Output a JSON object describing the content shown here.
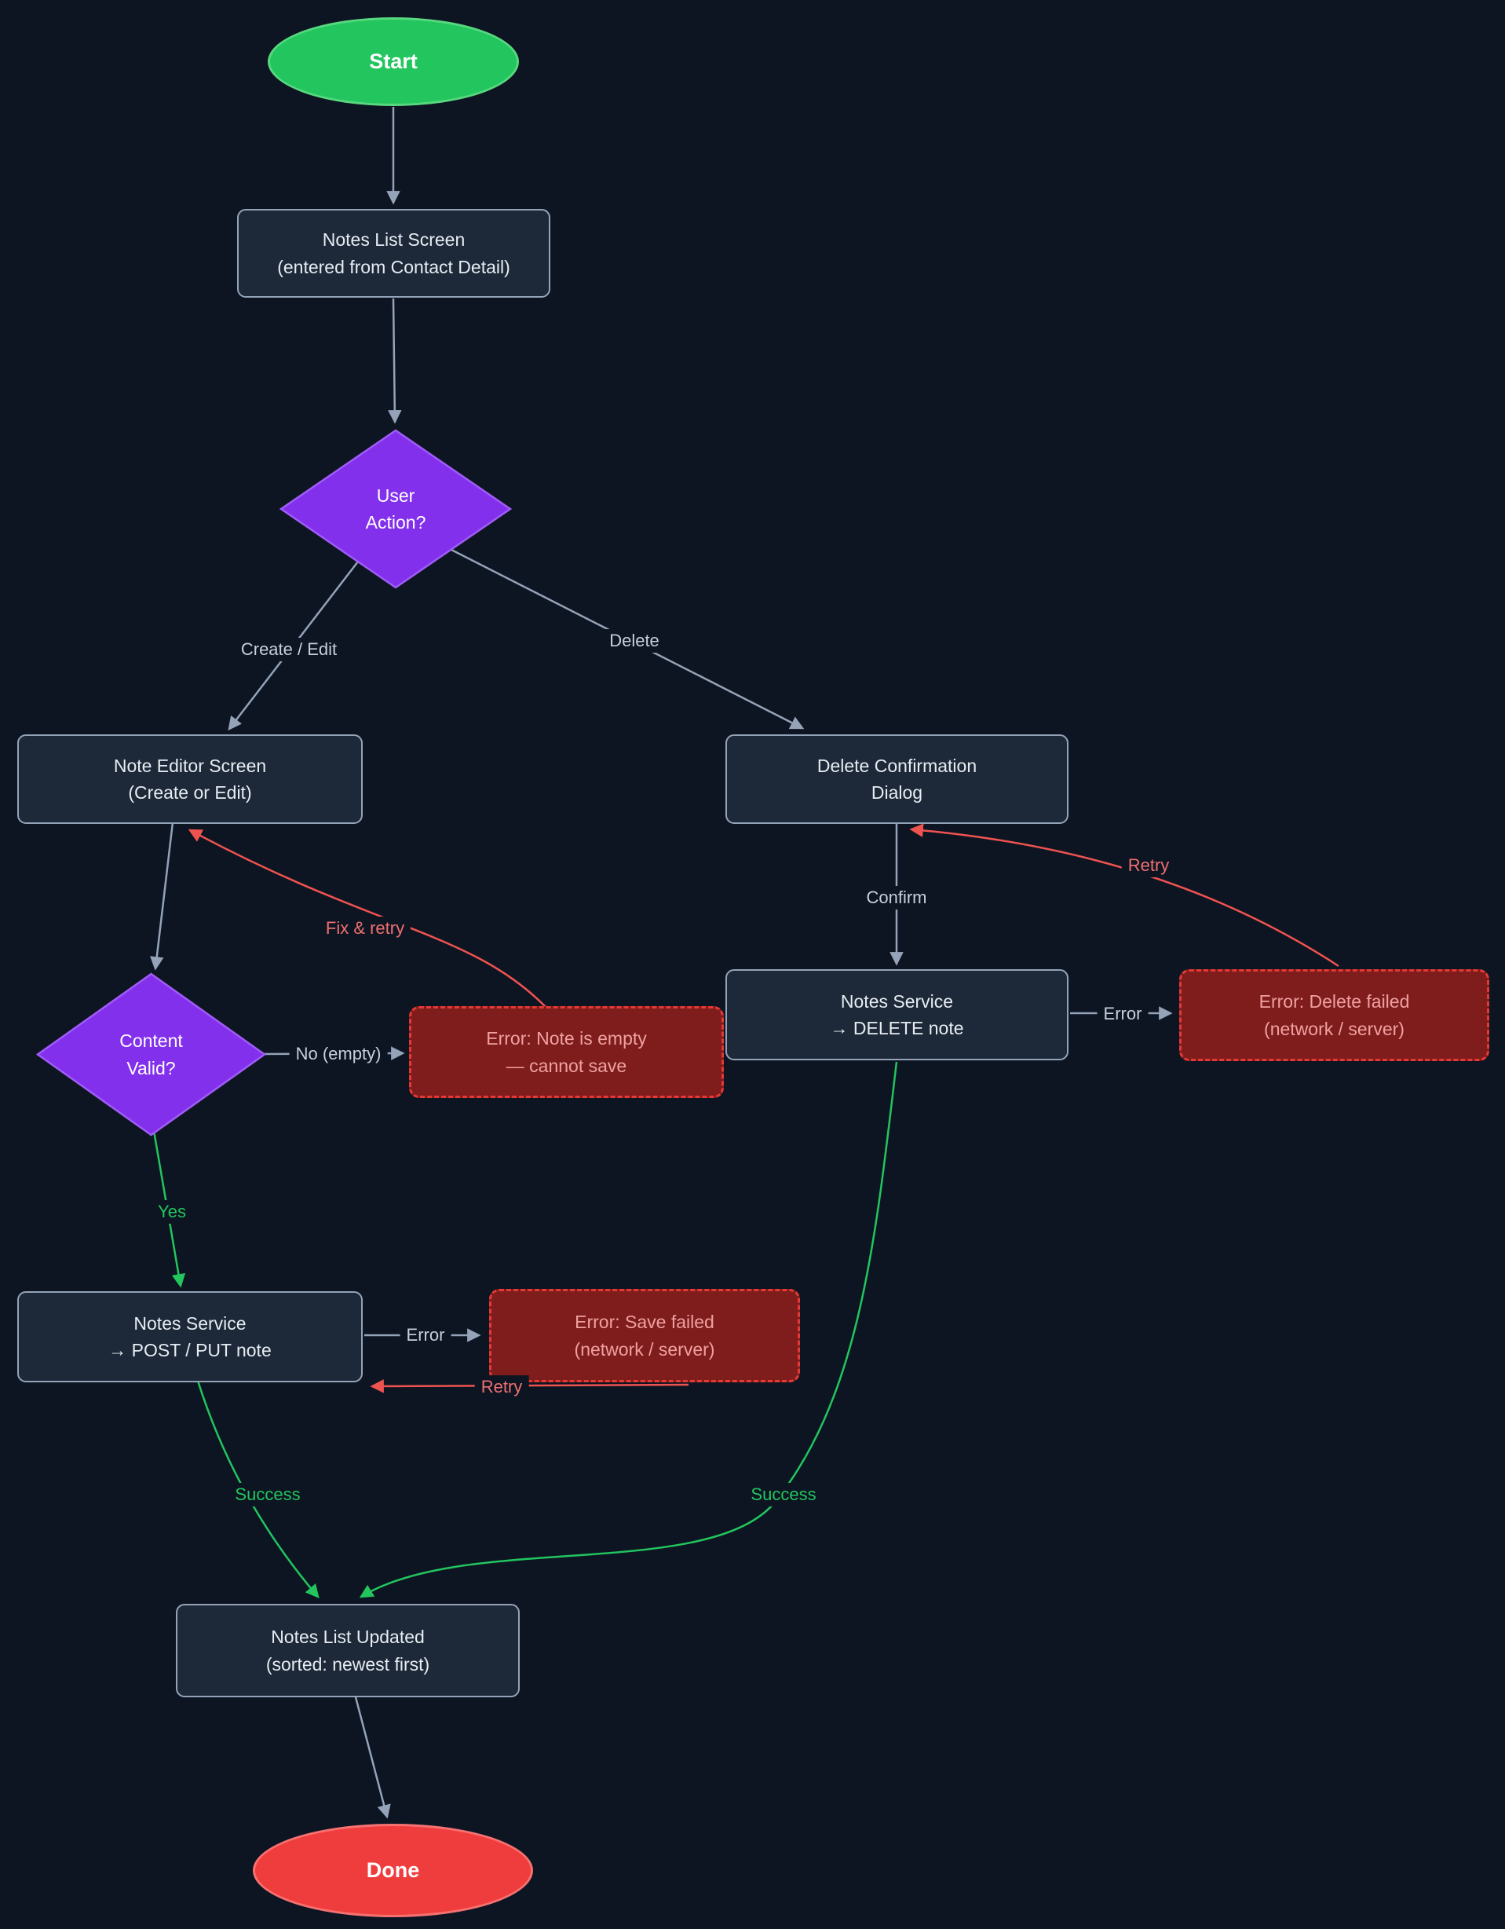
{
  "diagram": {
    "colors": {
      "background": "#0d1522",
      "node_fill": "#1d2939",
      "node_border": "#94a3b8",
      "decision_fill": "#8230ec",
      "decision_border": "#a05cf7",
      "start_fill": "#22c55e",
      "start_border": "#57d87f",
      "end_fill": "#ef3d3d",
      "end_border": "#f87171",
      "error_fill": "#7f1d1d",
      "error_border": "#e53935",
      "error_text": "#f0a0a0",
      "edge_gray": "#94a3b8",
      "edge_green": "#22c55e",
      "edge_red": "#ef5350"
    },
    "nodes": {
      "start": {
        "label": "Start"
      },
      "notes_list": {
        "line1": "Notes List Screen",
        "line2": "(entered from Contact Detail)"
      },
      "user_action": {
        "line1": "User",
        "line2": "Action?"
      },
      "note_editor": {
        "line1": "Note Editor Screen",
        "line2": "(Create or Edit)"
      },
      "delete_confirm": {
        "line1": "Delete Confirmation",
        "line2": "Dialog"
      },
      "content_valid": {
        "line1": "Content",
        "line2": "Valid?"
      },
      "error_empty": {
        "line1": "Error: Note is empty",
        "line2": "— cannot save"
      },
      "notes_service_delete": {
        "line1": "Notes Service",
        "line2": "→ DELETE note"
      },
      "error_delete": {
        "line1": "Error: Delete failed",
        "line2": "(network / server)"
      },
      "notes_service_save": {
        "line1": "Notes Service",
        "line2": "→ POST / PUT note"
      },
      "error_save": {
        "line1": "Error: Save failed",
        "line2": "(network / server)"
      },
      "notes_updated": {
        "line1": "Notes List Updated",
        "line2": "(sorted: newest first)"
      },
      "done": {
        "label": "Done"
      }
    },
    "edge_labels": {
      "create_edit": "Create / Edit",
      "delete": "Delete",
      "fix_retry": "Fix & retry",
      "no_empty": "No (empty)",
      "confirm": "Confirm",
      "retry_delete": "Retry",
      "error_delete": "Error",
      "yes": "Yes",
      "error_save": "Error",
      "retry_save": "Retry",
      "success_save": "Success",
      "success_delete": "Success"
    }
  }
}
